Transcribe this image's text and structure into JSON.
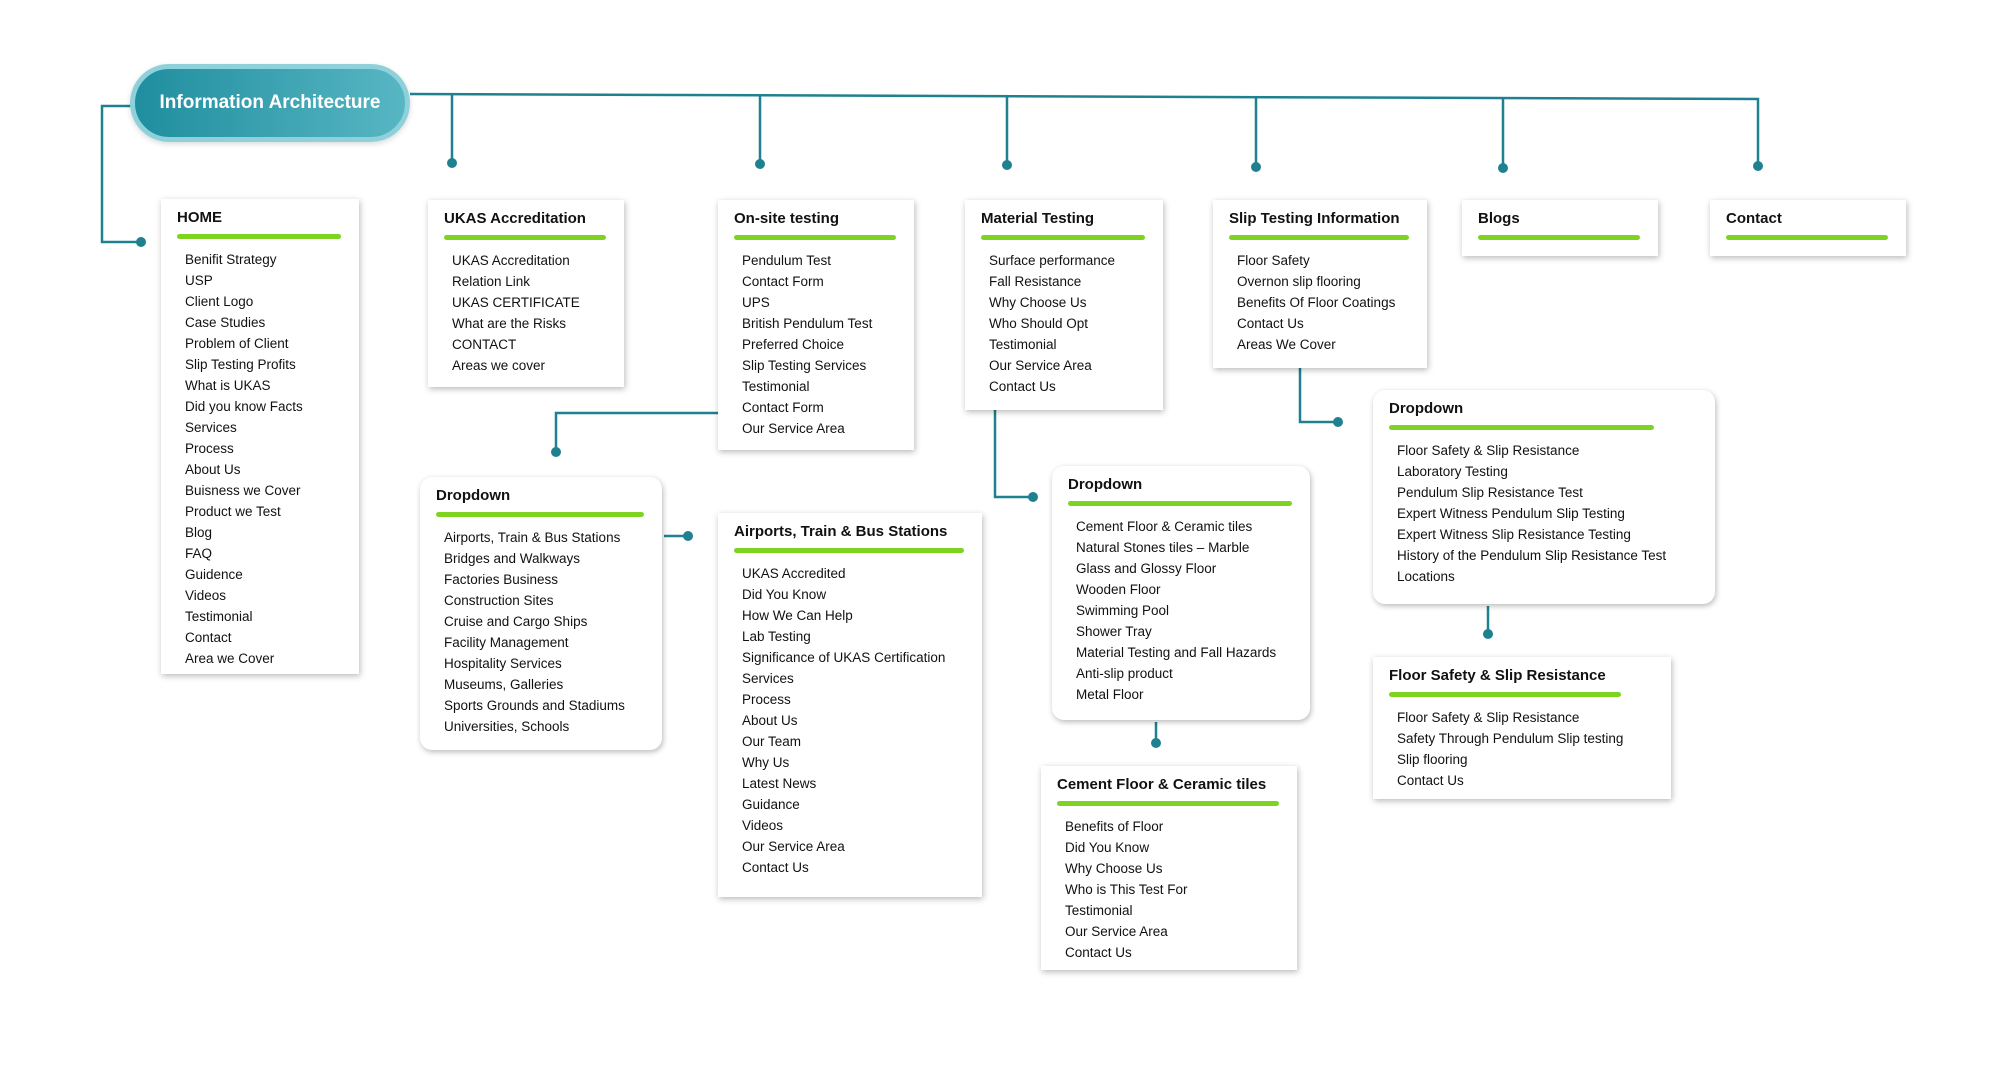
{
  "colors": {
    "connector": "#1f8090",
    "accent_bar": "#7ed321",
    "root_fill": "#2b98a8"
  },
  "root": {
    "label": "Information Architecture"
  },
  "home": {
    "title": "HOME",
    "items": [
      "Benifit Strategy",
      "USP",
      "Client Logo",
      "Case Studies",
      "Problem of Client",
      "Slip Testing Profits",
      "What is UKAS",
      "Did you know Facts",
      "Services",
      "Process",
      "About Us",
      "Buisness we Cover",
      "Product we Test",
      "Blog",
      "FAQ",
      "Guidence",
      "Videos",
      "Testimonial",
      "Contact",
      "Area we Cover"
    ]
  },
  "ukas": {
    "title": "UKAS Accreditation",
    "items": [
      "UKAS Accreditation",
      "Relation Link",
      "UKAS CERTIFICATE",
      "What are the Risks",
      "CONTACT",
      "Areas we cover"
    ]
  },
  "onsite": {
    "title": "On-site testing",
    "items": [
      "Pendulum Test",
      "Contact Form",
      "UPS",
      "British Pendulum Test",
      "Preferred Choice",
      "Slip Testing Services",
      "Testimonial",
      "Contact Form",
      "Our Service Area"
    ]
  },
  "material": {
    "title": "Material Testing",
    "items": [
      "Surface performance",
      "Fall Resistance",
      "Why Choose Us",
      "Who Should Opt",
      "Testimonial",
      "Our Service Area",
      "Contact Us"
    ]
  },
  "slipinfo": {
    "title": "Slip Testing Information",
    "items": [
      "Floor Safety",
      "Overnon slip flooring",
      "Benefits Of Floor Coatings",
      "Contact Us",
      "Areas We Cover"
    ]
  },
  "blogs": {
    "title": "Blogs"
  },
  "contact": {
    "title": "Contact"
  },
  "dropdown_onsite": {
    "title": "Dropdown",
    "items": [
      "Airports, Train & Bus Stations",
      "Bridges and Walkways",
      "Factories Business",
      "Construction Sites",
      "Cruise and Cargo Ships",
      "Facility Management",
      "Hospitality Services",
      "Museums, Galleries",
      "Sports Grounds and Stadiums",
      "Universities, Schools"
    ]
  },
  "airports": {
    "title": "Airports, Train & Bus Stations",
    "items": [
      "UKAS Accredited",
      "Did You Know",
      "How We Can Help",
      "Lab Testing",
      "Significance of UKAS Certification",
      "Services",
      "Process",
      "About Us",
      "Our Team",
      "Why Us",
      "Latest News",
      "Guidance",
      "Videos",
      "Our Service Area",
      "Contact Us"
    ]
  },
  "dropdown_material": {
    "title": "Dropdown",
    "items": [
      "Cement Floor & Ceramic tiles",
      "Natural Stones tiles – Marble",
      "Glass and Glossy Floor",
      "Wooden Floor",
      "Swimming Pool",
      "Shower Tray",
      "Material Testing and Fall Hazards",
      "Anti-slip product",
      "Metal Floor"
    ]
  },
  "cement": {
    "title": "Cement Floor & Ceramic tiles",
    "items": [
      "Benefits of Floor",
      "Did You Know",
      "Why Choose Us",
      "Who is This Test For",
      "Testimonial",
      "Our Service Area",
      "Contact Us"
    ]
  },
  "dropdown_slip": {
    "title": "Dropdown",
    "items": [
      "Floor Safety & Slip Resistance",
      "Laboratory Testing",
      "Pendulum Slip Resistance Test",
      "Expert Witness Pendulum Slip Testing",
      "Expert Witness Slip Resistance Testing",
      "History of the Pendulum Slip Resistance Test",
      "Locations"
    ]
  },
  "floorsafety": {
    "title": "Floor Safety & Slip Resistance",
    "items": [
      "Floor Safety & Slip Resistance",
      "Safety Through Pendulum Slip testing",
      "Slip flooring",
      "Contact Us"
    ]
  }
}
